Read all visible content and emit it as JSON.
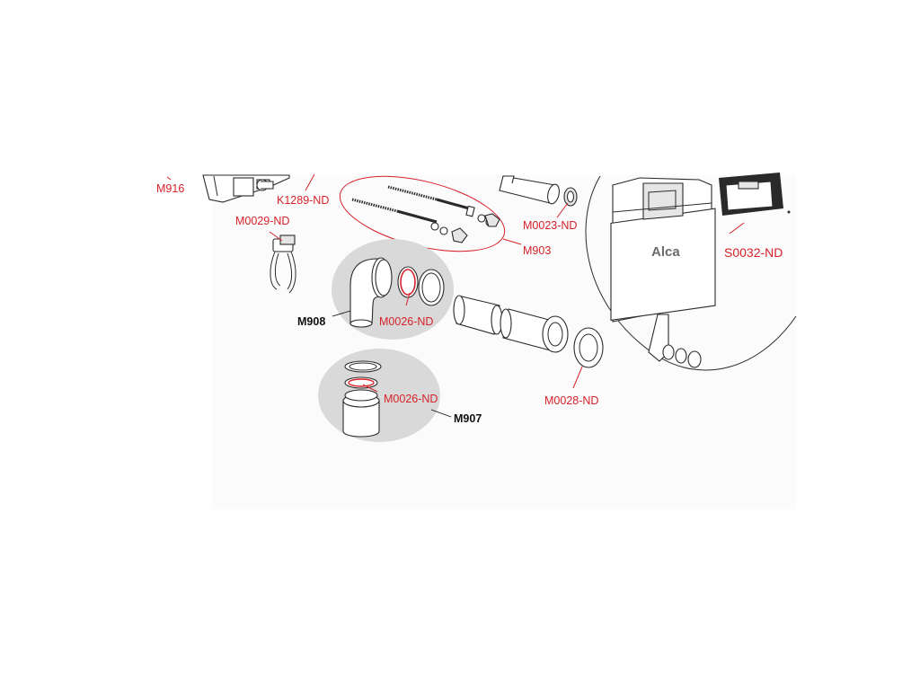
{
  "labels": {
    "m916": "M916",
    "k1289": "K1289-ND",
    "m0029": "M0029-ND",
    "m903": "M903",
    "m0023": "M0023-ND",
    "s0032": "S0032-ND",
    "m908": "M908",
    "m0026_top": "M0026-ND",
    "m0026_bottom": "M0026-ND",
    "m907": "M907",
    "m0028": "M0028-ND"
  },
  "logo": {
    "text": "Alca"
  },
  "colors": {
    "label_red": "#d6222a",
    "label_black": "#111111",
    "group_fill": "#d9d9d9",
    "outline": "#2a2a2a"
  }
}
